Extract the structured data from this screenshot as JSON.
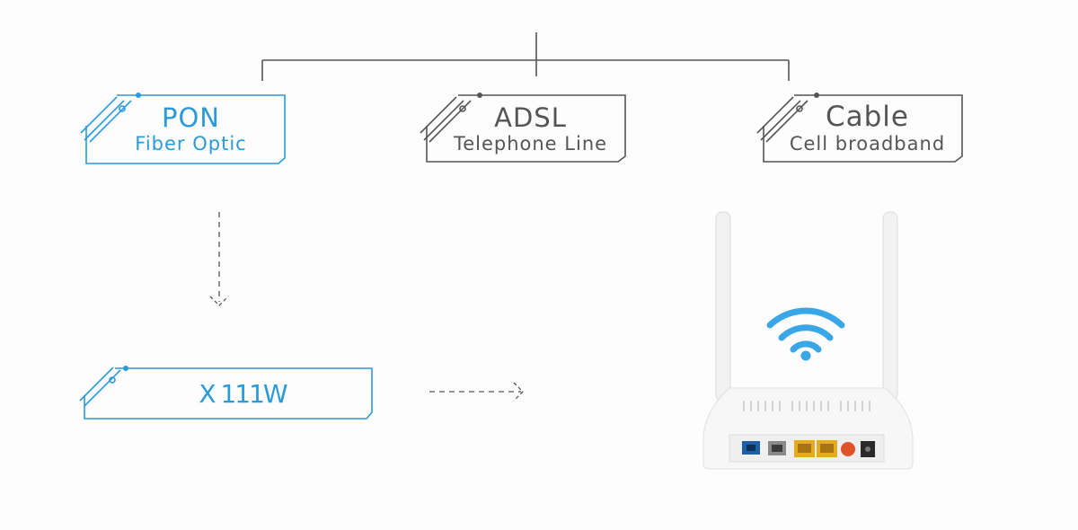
{
  "colors": {
    "accent": "#2a9ad8",
    "connector": "#555555",
    "box_gray": "#555555",
    "wifi": "#39a6e8"
  },
  "options": [
    {
      "title": "PON",
      "subtitle": "Fiber Optic",
      "highlighted": true
    },
    {
      "title": "ADSL",
      "subtitle": "Telephone Line",
      "highlighted": false
    },
    {
      "title": "Cable",
      "subtitle": "Cell broadband",
      "highlighted": false
    }
  ],
  "device": {
    "model": "X 111W"
  },
  "illustration": {
    "icons": [
      "wifi-icon",
      "router-image"
    ]
  }
}
